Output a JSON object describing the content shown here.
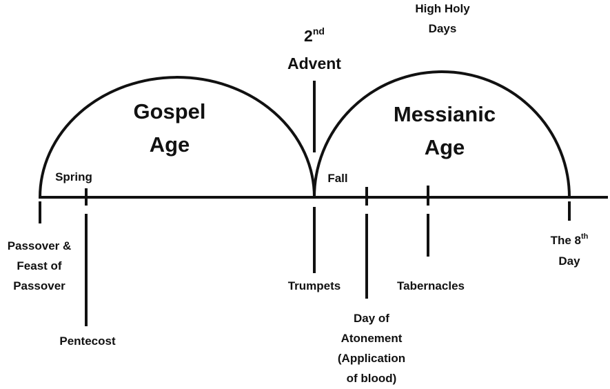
{
  "ages": {
    "gospel": [
      "Gospel",
      "Age"
    ],
    "messianic": [
      "Messianic",
      "Age"
    ]
  },
  "advent": {
    "number": "2",
    "suffix": "nd",
    "word": "Advent"
  },
  "high_holy_days": [
    "High Holy",
    "Days"
  ],
  "seasons": {
    "spring": "Spring",
    "fall": "Fall"
  },
  "feasts": {
    "passover": [
      "Passover &",
      "Feast of",
      "Passover"
    ],
    "pentecost": "Pentecost",
    "trumpets": "Trumpets",
    "atonement": [
      "Day of",
      "Atonement",
      "(Application",
      "of blood)"
    ],
    "tabernacles": "Tabernacles",
    "eighth_day": {
      "prefix": "The 8",
      "suffix": "th",
      "word": "Day"
    }
  }
}
